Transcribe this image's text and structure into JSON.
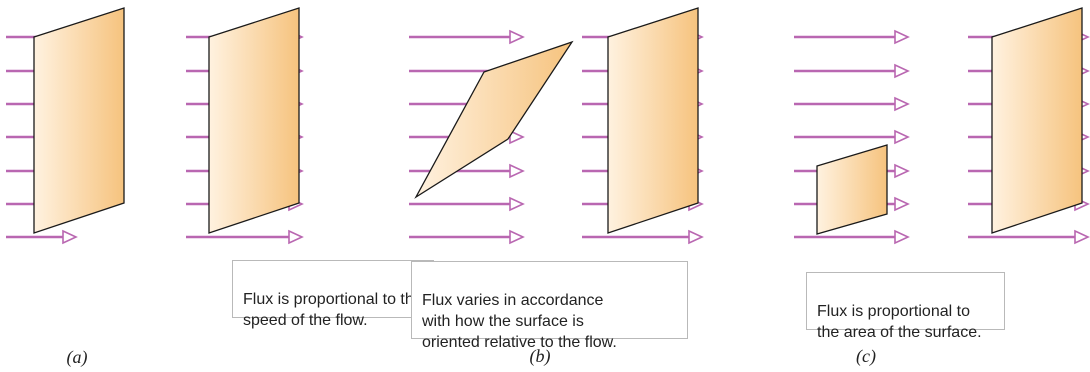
{
  "colors": {
    "arrow": "#b967b1",
    "surface_light": "#fff2e0",
    "surface_dark": "#f6c37e",
    "outline": "#1a1a1a",
    "box_border": "#b9b9b9"
  },
  "panels": [
    {
      "label": "(a)",
      "caption": "Flux is proportional to the\nspeed of the flow."
    },
    {
      "label": "(b)",
      "caption": "Flux varies in accordance\nwith how the surface is\noriented relative to the flow."
    },
    {
      "label": "(c)",
      "caption": "Flux is proportional to\nthe area of the surface."
    }
  ]
}
